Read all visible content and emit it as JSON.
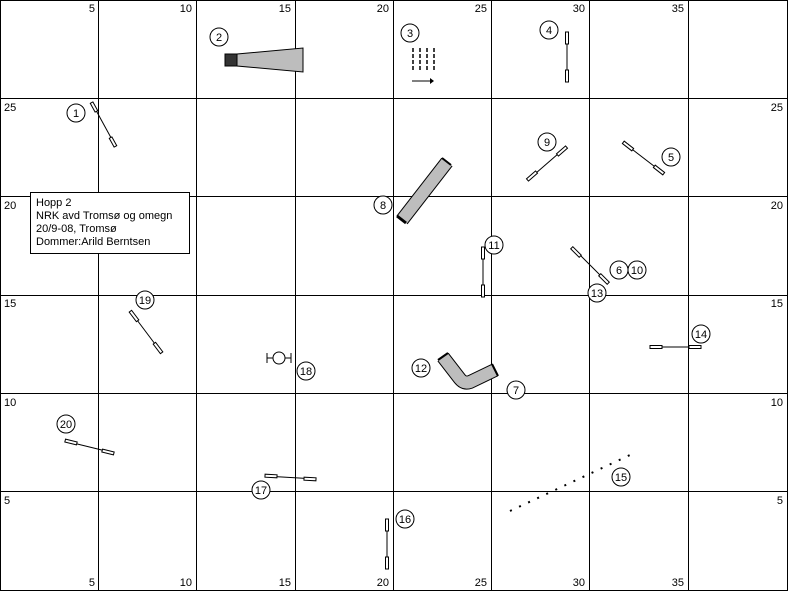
{
  "info": {
    "title": "Hopp 2",
    "club": "NRK avd Tromsø og omegn",
    "date_place": "20/9-08, Tromsø",
    "judge": "Dommer:Arild Berntsen"
  },
  "axis": {
    "x_labels": [
      "5",
      "10",
      "15",
      "20",
      "25",
      "30",
      "35"
    ],
    "y_labels": [
      "25",
      "20",
      "15",
      "10",
      "5"
    ]
  },
  "obstacle_numbers": [
    "1",
    "2",
    "3",
    "4",
    "5",
    "6",
    "10",
    "7",
    "8",
    "9",
    "11",
    "12",
    "13",
    "14",
    "15",
    "16",
    "17",
    "18",
    "19",
    "20"
  ]
}
